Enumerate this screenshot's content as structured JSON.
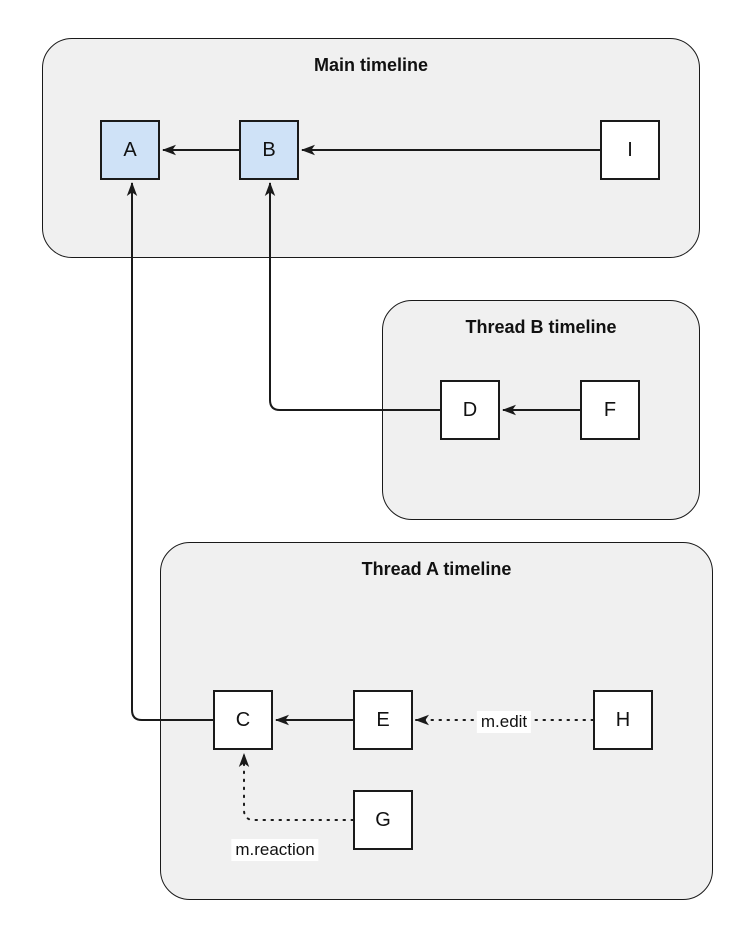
{
  "diagram": {
    "colors": {
      "group_fill": "#f0f0f0",
      "group_border": "#1a1a1a",
      "node_fill": "#ffffff",
      "node_highlight_fill": "#cfe2f7",
      "node_border": "#1a1a1a",
      "edge_color": "#1a1a1a",
      "text_color": "#111111",
      "canvas_bg": "#ffffff"
    },
    "groups": [
      {
        "title": "Main timeline"
      },
      {
        "title": "Thread B timeline"
      },
      {
        "title": "Thread A timeline"
      }
    ],
    "nodes": [
      {
        "label": "A",
        "highlighted": true,
        "group": "Main timeline"
      },
      {
        "label": "B",
        "highlighted": true,
        "group": "Main timeline"
      },
      {
        "label": "I",
        "highlighted": false,
        "group": "Main timeline"
      },
      {
        "label": "D",
        "highlighted": false,
        "group": "Thread B timeline"
      },
      {
        "label": "F",
        "highlighted": false,
        "group": "Thread B timeline"
      },
      {
        "label": "C",
        "highlighted": false,
        "group": "Thread A timeline"
      },
      {
        "label": "E",
        "highlighted": false,
        "group": "Thread A timeline"
      },
      {
        "label": "H",
        "highlighted": false,
        "group": "Thread A timeline"
      },
      {
        "label": "G",
        "highlighted": false,
        "group": "Thread A timeline"
      }
    ],
    "edges": [
      {
        "from": "B",
        "to": "A",
        "style": "solid",
        "label": ""
      },
      {
        "from": "I",
        "to": "B",
        "style": "solid",
        "label": ""
      },
      {
        "from": "F",
        "to": "D",
        "style": "solid",
        "label": ""
      },
      {
        "from": "D",
        "to": "B",
        "style": "solid",
        "label": ""
      },
      {
        "from": "E",
        "to": "C",
        "style": "solid",
        "label": ""
      },
      {
        "from": "C",
        "to": "A",
        "style": "solid",
        "label": ""
      },
      {
        "from": "H",
        "to": "E",
        "style": "dotted",
        "label": "m.edit"
      },
      {
        "from": "G",
        "to": "C",
        "style": "dotted",
        "label": "m.reaction"
      }
    ],
    "edge_labels": [
      {
        "text": "m.edit"
      },
      {
        "text": "m.reaction"
      }
    ]
  }
}
